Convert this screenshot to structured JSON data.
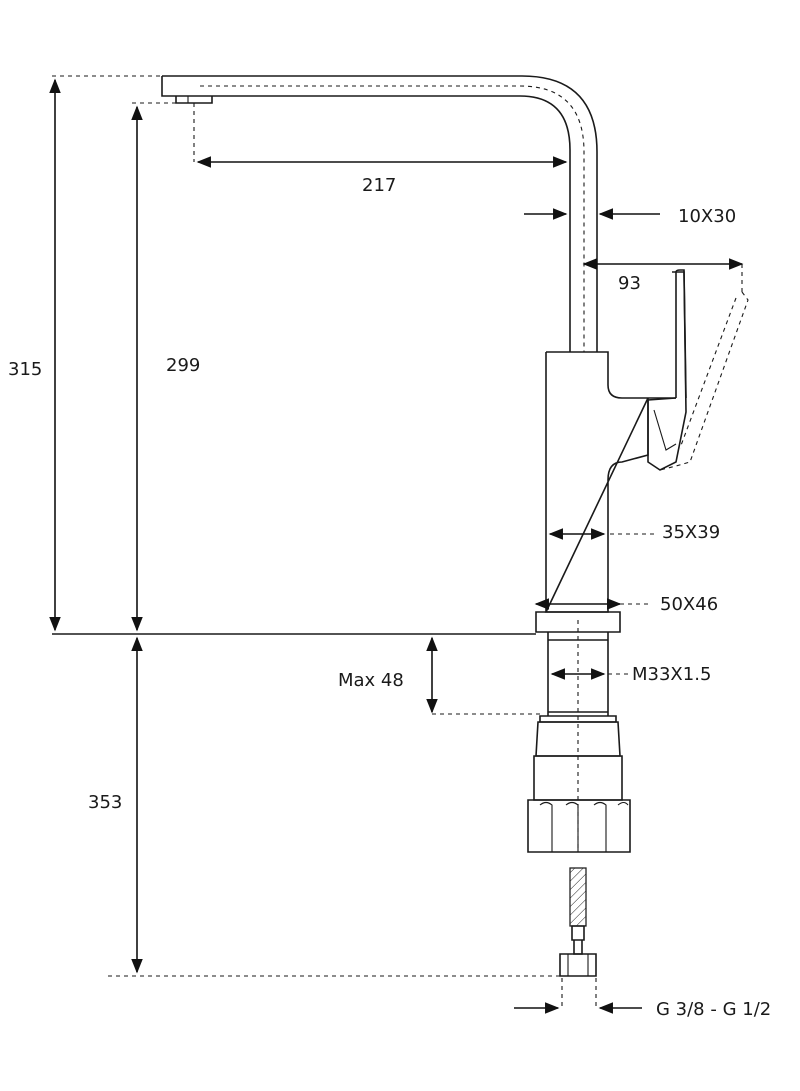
{
  "diagram": {
    "dimensions": {
      "total_height": "315",
      "spout_height": "299",
      "spout_reach": "217",
      "spout_section": "10X30",
      "handle_reach": "93",
      "body_section": "35X39",
      "base_size": "50X46",
      "thread": "M33X1.5",
      "max_countertop": "Max 48",
      "below_counter": "353",
      "hose_connection": "G 3/8 - G 1/2"
    }
  }
}
